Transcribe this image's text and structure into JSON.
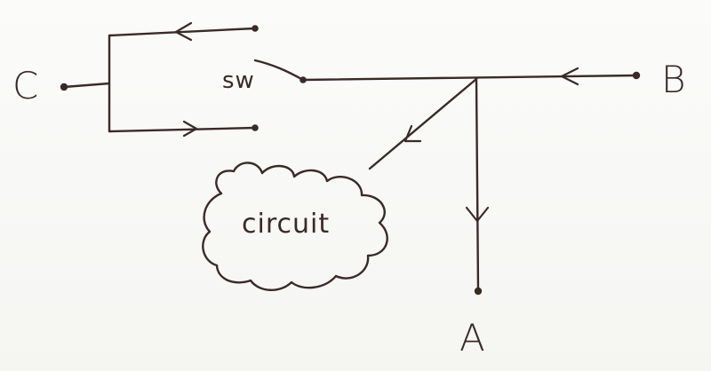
{
  "diagram": {
    "labels": {
      "c": "C",
      "b": "B",
      "a": "A",
      "sw": "sw",
      "circuit": "circuit"
    },
    "colors": {
      "ink": "#3a2a26",
      "background": "#f7f7f5"
    }
  }
}
